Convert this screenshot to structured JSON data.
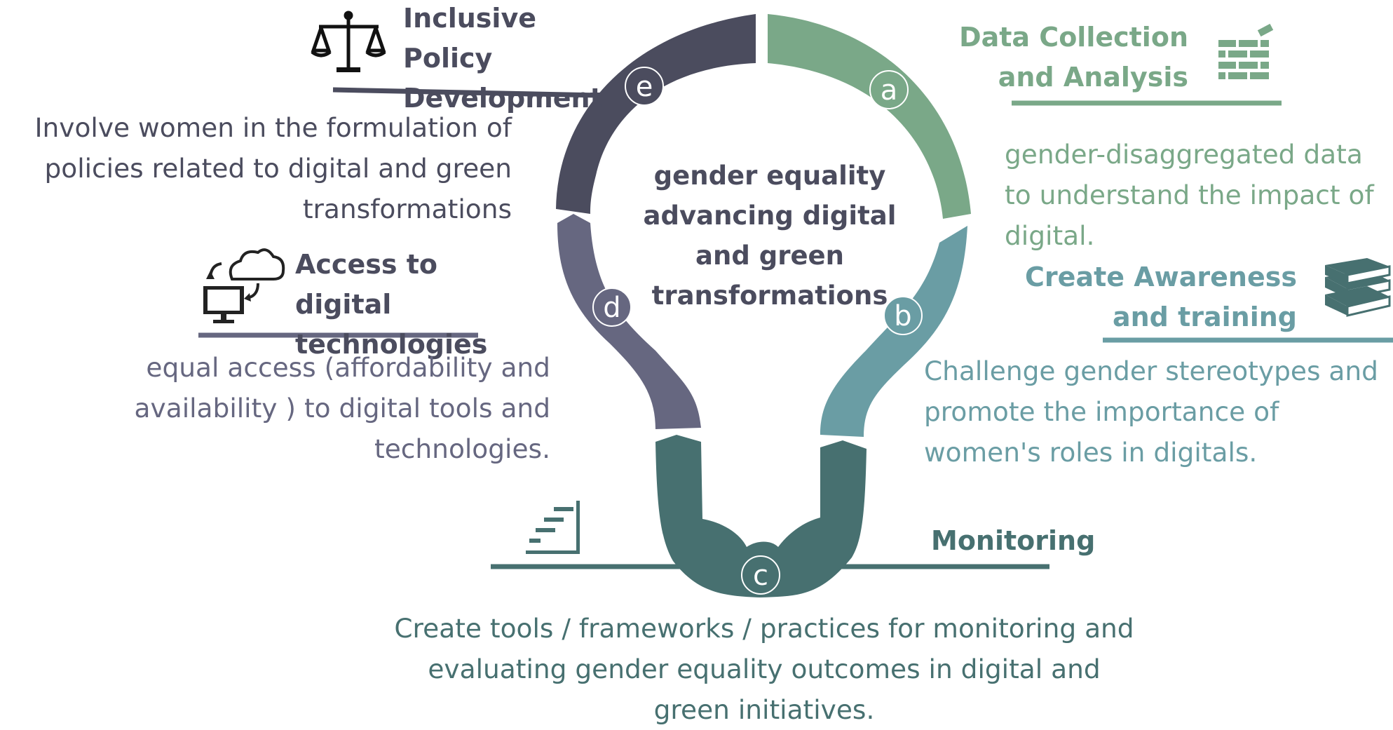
{
  "center_text": "gender equality advancing digital and green transformations",
  "colors": {
    "a": "#7aa888",
    "b": "#6a9da4",
    "c": "#477070",
    "d": "#666780",
    "e": "#4b4c5e"
  },
  "items": {
    "a": {
      "letter": "a",
      "title": "Data Collection and Analysis",
      "description": "gender-disaggregated data to understand the impact of digital.",
      "icon": "brick-wall-icon"
    },
    "b": {
      "letter": "b",
      "title": "Create Awareness and training",
      "description": "Challenge gender stereotypes and promote the importance of women's roles in digitals.",
      "icon": "books-stack-icon"
    },
    "c": {
      "letter": "c",
      "title": "Monitoring",
      "description": "Create tools / frameworks / practices for monitoring and evaluating gender equality outcomes in digital and green initiatives.",
      "icon": "progress-steps-icon"
    },
    "d": {
      "letter": "d",
      "title": "Access to digital technologies",
      "description": "equal access (affordability and availability ) to digital tools and technologies.",
      "icon": "cloud-computer-icon"
    },
    "e": {
      "letter": "e",
      "title": "Inclusive Policy Development",
      "description": "Involve women in the formulation of policies related to digital and green transformations",
      "icon": "scales-icon"
    }
  }
}
